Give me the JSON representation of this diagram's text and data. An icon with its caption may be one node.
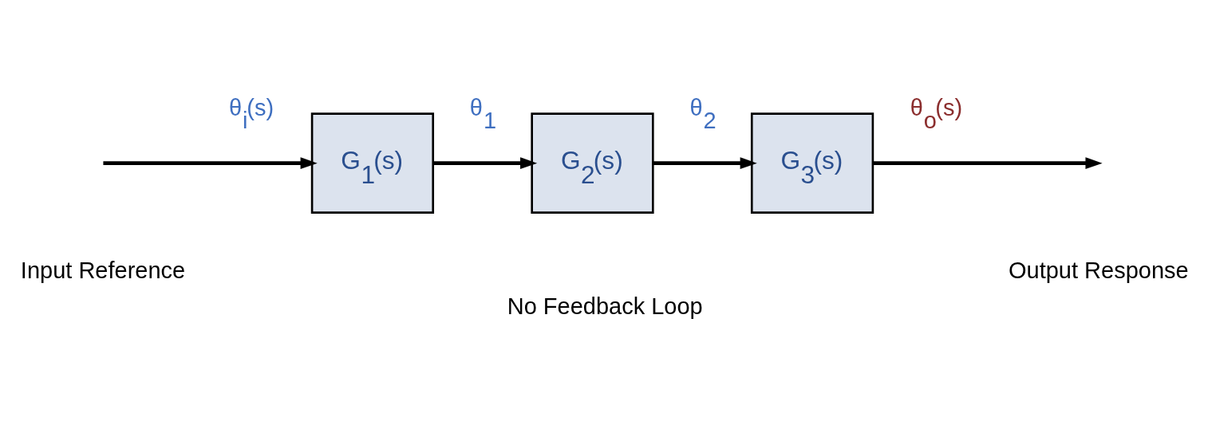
{
  "diagram": {
    "caption": "No Feedback Loop",
    "nodes": [
      {
        "text": [
          "G$_{1}$(s)"
        ]
      },
      {
        "text": [
          "G$_{2}$(s)"
        ]
      },
      {
        "text": [
          "G$_{3}$(s)"
        ]
      }
    ],
    "edges": [
      {
        "from": null,
        "to": 0,
        "arrow": "to",
        "label": "θ$_{i}$(s)"
      },
      {
        "from": 0,
        "to": 1,
        "arrow": "to",
        "label": "θ$_{1}$"
      },
      {
        "from": 1,
        "to": 2,
        "arrow": "to",
        "label": "θ$_{2}$"
      },
      {
        "from": 2,
        "to": null,
        "arrow": "to",
        "label": "θ$_{o}$(s)",
        "color": "#000000"
      }
    ],
    "labels": [
      "Input Reference",
      "Output Response"
    ]
  }
}
